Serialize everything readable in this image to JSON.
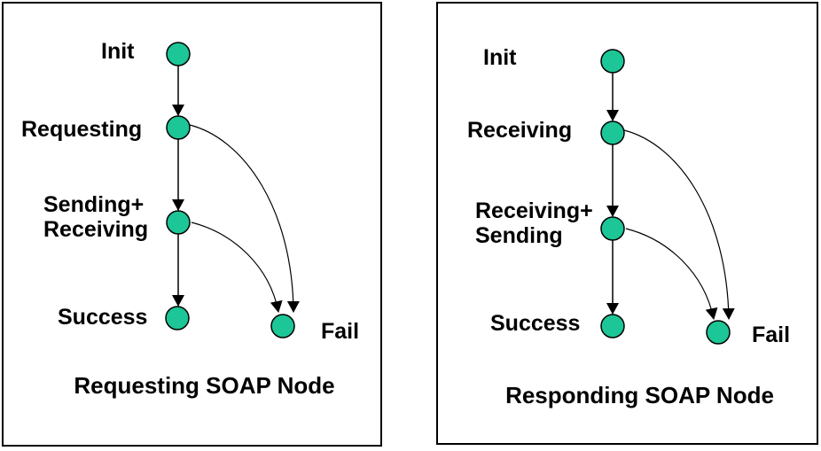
{
  "colors": {
    "node_fill": "#1cc696",
    "node_outline": "#000000",
    "panel_border": "#000000",
    "text": "#000000",
    "background": "#ffffff"
  },
  "left_panel": {
    "caption": "Requesting SOAP Node",
    "states": {
      "init": "Init",
      "second": "Requesting",
      "third_line1": "Sending+",
      "third_line2": "Receiving",
      "success": "Success",
      "fail": "Fail"
    }
  },
  "right_panel": {
    "caption": "Responding SOAP Node",
    "states": {
      "init": "Init",
      "second": "Receiving",
      "third_line1": "Receiving+",
      "third_line2": "Sending",
      "success": "Success",
      "fail": "Fail"
    }
  }
}
